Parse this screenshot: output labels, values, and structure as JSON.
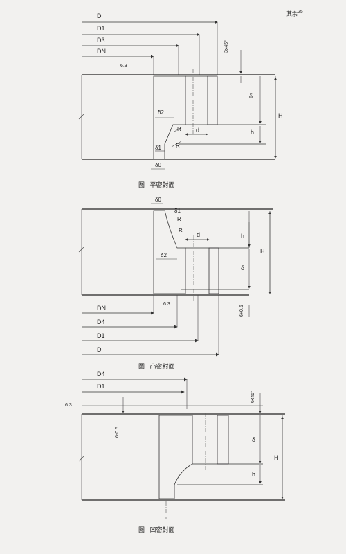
{
  "corner_note": "其余",
  "corner_roughness": "25",
  "fig1": {
    "caption_prefix": "图",
    "caption_title": "平密封面",
    "labels": {
      "D": "D",
      "D1": "D1",
      "D3": "D3",
      "DN": "DN",
      "roughness": "6.3",
      "chamfer": "3x45°",
      "delta": "δ",
      "H": "H",
      "h": "h",
      "d": "d",
      "delta2": "δ2",
      "delta1": "δ1",
      "delta0": "δ0",
      "R1": "R",
      "R2": "R"
    }
  },
  "fig2": {
    "caption_prefix": "图",
    "caption_title": "凸密封面",
    "labels": {
      "delta0": "δ0",
      "delta1": "δ1",
      "R1": "R",
      "R2": "R",
      "d": "d",
      "h": "h",
      "H": "H",
      "delta2": "δ2",
      "delta": "δ",
      "roughness": "6.3",
      "tol": "6+0.5",
      "DN": "DN",
      "D4": "D4",
      "D1": "D1",
      "D": "D"
    }
  },
  "fig3": {
    "caption_prefix": "图",
    "caption_title": "凹密封面",
    "labels": {
      "D4": "D4",
      "D1": "D1",
      "roughness": "6.3",
      "chamfer": "6x45°",
      "tol": "6-0.5",
      "delta": "δ",
      "H": "H",
      "h": "h"
    }
  }
}
